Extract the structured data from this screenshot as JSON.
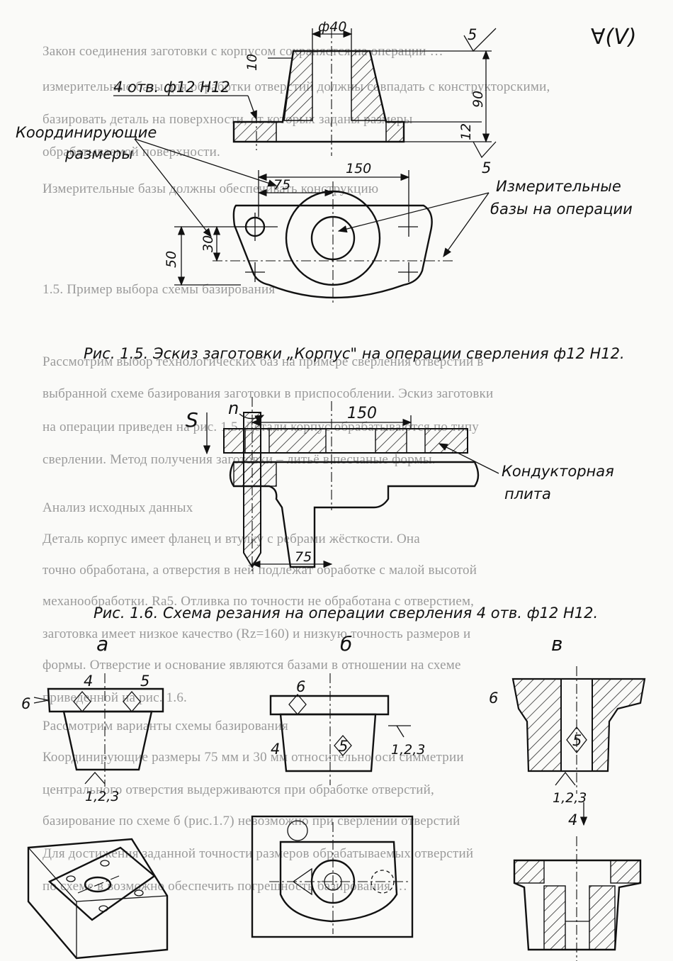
{
  "background_text": [
    "Закон соединения заготовки с корпусом сохраняется на операции …",
    "измерительные базы для обработки отверстий должны совпадать с конструкторскими,",
    "базировать деталь на поверхности, от которых заданы размеры",
    "обрабатываемой поверхности.",
    "Измерительные базы должны обеспечивать конструкцию",
    "1.5. Пример выбора схемы базирования",
    "Рассмотрим выбор технологических баз на примере сверления отверстий в",
    "выбранной схеме базирования заготовки в приспособлении. Эскиз заготовки",
    "на операции приведен на рис. 1.5. Детали корпус обрабатываются по типу",
    "сверлении. Метод получения заготовки – литьё в песчаные формы.",
    "Анализ исходных данных",
    "Деталь корпус имеет фланец и втулку с ребрами жёсткости. Она",
    "точно обработана, а отверстия в ней подлежат обработке с малой высотой",
    "механообработки. Ra5. Отливка по точности не обработана с отверстием,",
    "заготовка имеет низкое качество (Rz=160) и низкую точность размеров и",
    "формы. Отверстие и основание являются базами в отношении на схеме",
    "приведенной на рис. 1.6.",
    "Рассмотрим варианты схемы базирования",
    "Координирующие размеры 75 мм и 30 мм относительно оси симметрии",
    "центрального отверстия выдерживаются при обработке отверстий,",
    "базирование по схеме б (рис.1.7) невозможно при сверлении отверстий",
    "Для достижения заданной точности размеров обрабатываемых отверстий",
    "по схеме в возможно обеспечить погрешность базирования …"
  ],
  "fig15": {
    "hole_callout": "4 отв.  ф12 Н12",
    "dim_40": "ф40",
    "dim_10": "10",
    "dim_90": "90",
    "dim_12": "12",
    "dim_150": "150",
    "dim_75": "75",
    "dim_30": "30",
    "dim_50": "50",
    "rough_5_top": "5",
    "rough_5_bottom": "5",
    "rough_general": "∀(V)",
    "label_coord_1": "Координирующие",
    "label_coord_2": "размеры",
    "label_meas_1": "Измерительные",
    "label_meas_2": "базы на операции",
    "caption": "Рис. 1.5. Эскиз заготовки „Корпус\" на операции сверления  ф12 Н12."
  },
  "fig16": {
    "feed": "S",
    "rpm": "n",
    "dim_150": "150",
    "dim_75": "75",
    "label_1": "Кондукторная",
    "label_2": "плита",
    "caption": "Рис. 1.6. Схема резания на операции сверления 4 отв.  ф12 Н12."
  },
  "fig17": {
    "a": {
      "title": "а",
      "n6": "6",
      "n4": "4",
      "n5": "5",
      "n123": "1,2,3"
    },
    "b": {
      "title": "б",
      "n6": "6",
      "n4": "4",
      "n5": "5",
      "n123": "1,2,3"
    },
    "v": {
      "title": "в",
      "n6": "6",
      "n5": "5",
      "n123": "1,2,3",
      "n4": "4"
    }
  }
}
